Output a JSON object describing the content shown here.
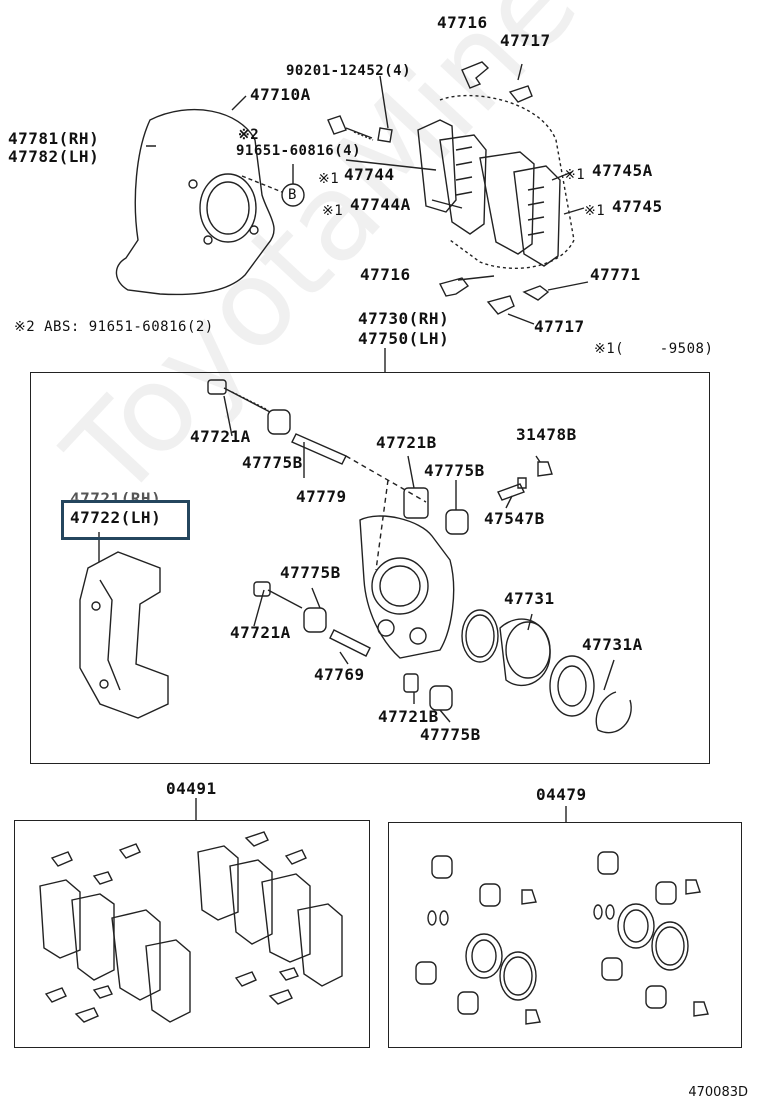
{
  "labels": {
    "p47716_top": "47716",
    "p47717_top": "47717",
    "p90201": "90201-12452(4)",
    "p47710A": "47710A",
    "p47781": "47781(RH)",
    "p47782": "47782(LH)",
    "mark2": "※2",
    "p91651": "91651-60816(4)",
    "callout_b": "B",
    "mark1_a": "※1",
    "p47744": "47744",
    "mark1_b": "※1",
    "p47744A": "47744A",
    "mark1_c": "※1",
    "p47745A": "47745A",
    "mark1_d": "※1",
    "p47745": "47745",
    "p47716_mid": "47716",
    "p47771": "47771",
    "p47717_mid": "47717",
    "abs_note": "※2 ABS: 91651-60816(2)",
    "p47730": "47730(RH)",
    "p47750": "47750(LH)",
    "date_note": "※1(    -9508)",
    "p47721A_1": "47721A",
    "p47775B_1": "47775B",
    "p47779": "47779",
    "p47721B_1": "47721B",
    "p47775B_2": "47775B",
    "p31478B": "31478B",
    "p47547B": "47547B",
    "p47721": "47721(RH)",
    "p47722": "47722(LH)",
    "p47775B_3": "47775B",
    "p47721A_2": "47721A",
    "p47769": "47769",
    "p47731": "47731",
    "p47731A": "47731A",
    "p47721B_2": "47721B",
    "p47775B_4": "47775B",
    "p04491": "04491",
    "p04479": "04479",
    "diagram_code": "470083D"
  },
  "watermark": "ToyotaMine.ru",
  "colors": {
    "highlight": "#24465e",
    "line": "#222222",
    "watermark": "#d6d6d6"
  }
}
